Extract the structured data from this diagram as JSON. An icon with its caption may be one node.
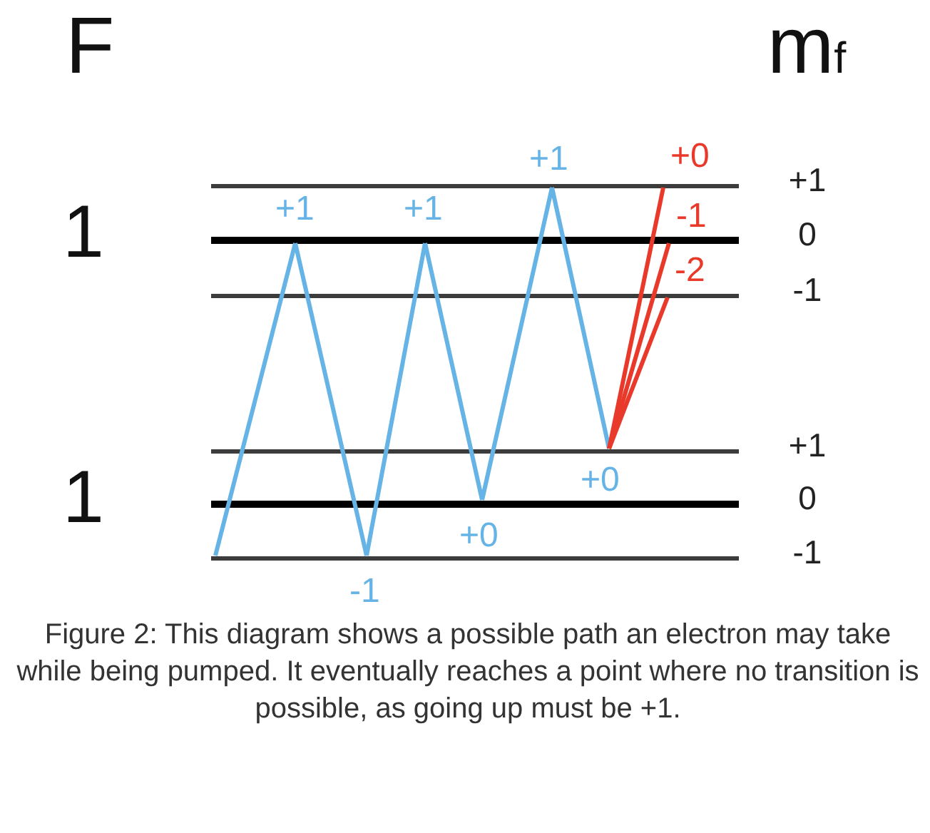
{
  "diagram": {
    "caption": "Figure 2: This diagram shows a possible path an electron may take while being pumped. It eventually reaches a point where no transition is possible, as going up must be +1.",
    "nodes": [
      {
        "text": [],
        "shape": "bar",
        "beside": [
          "+1"
        ]
      },
      {
        "text": [],
        "shape": "bar",
        "beside": [
          "0"
        ]
      },
      {
        "text": [],
        "shape": "bar",
        "beside": [
          "-1"
        ]
      },
      {
        "text": [],
        "shape": "bar",
        "beside": [
          "+1"
        ]
      },
      {
        "text": [],
        "shape": "bar",
        "beside": [
          "0"
        ]
      },
      {
        "text": [],
        "shape": "bar",
        "beside": [
          "-1"
        ]
      }
    ],
    "edges": [
      {
        "from": 5,
        "to": 1,
        "arrow": "none",
        "label": "+1"
      },
      {
        "from": 1,
        "to": 5,
        "arrow": "none",
        "label": "-1"
      },
      {
        "from": 5,
        "to": 1,
        "arrow": "none",
        "label": "+1"
      },
      {
        "from": 1,
        "to": 4,
        "arrow": "none",
        "label": "+0"
      },
      {
        "from": 4,
        "to": 0,
        "arrow": "none",
        "label": "+1"
      },
      {
        "from": 0,
        "to": 3,
        "arrow": "none",
        "label": "+0"
      },
      {
        "from": 3,
        "to": 0,
        "arrow": "none",
        "label": "+0",
        "color": "#e8392b"
      },
      {
        "from": 3,
        "to": 1,
        "arrow": "none",
        "label": "-1",
        "color": "#e8392b"
      },
      {
        "from": 3,
        "to": 2,
        "arrow": "none",
        "label": "-2",
        "color": "#e8392b"
      }
    ],
    "labels": [
      "F",
      "m$_{f}$",
      "1",
      "1"
    ]
  }
}
